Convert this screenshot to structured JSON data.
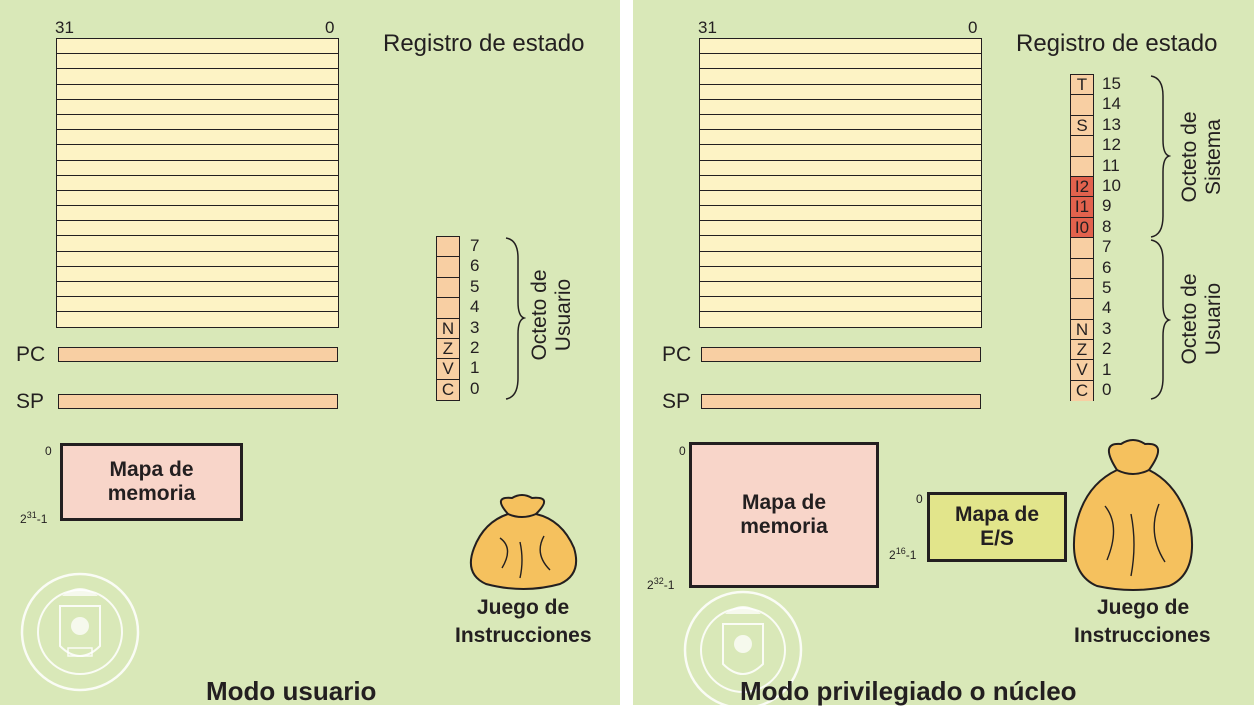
{
  "user_mode": {
    "title": "Modo usuario",
    "bit_high": "31",
    "bit_low": "0",
    "status_title": "Registro de estado",
    "pc_label": "PC",
    "sp_label": "SP",
    "flags": [
      "",
      "",
      "",
      "",
      "N",
      "Z",
      "V",
      "C"
    ],
    "bits": [
      "7",
      "6",
      "5",
      "4",
      "3",
      "2",
      "1",
      "0"
    ],
    "octet_label_line1": "Octeto de",
    "octet_label_line2": "Usuario",
    "mem_top": "0",
    "mem_bottom_base": "2",
    "mem_bottom_exp": "31",
    "mem_bottom_tail": "-1",
    "mem_line1": "Mapa de",
    "mem_line2": "memoria",
    "instr_line1": "Juego de",
    "instr_line2": "Instrucciones"
  },
  "kernel_mode": {
    "title": "Modo privilegiado o núcleo",
    "bit_high": "31",
    "bit_low": "0",
    "status_title": "Registro de estado",
    "pc_label": "PC",
    "sp_label": "SP",
    "flags": [
      "T",
      "",
      "S",
      "",
      "",
      "I2",
      "I1",
      "I0",
      "",
      "",
      "",
      "",
      "N",
      "Z",
      "V",
      "C"
    ],
    "bits": [
      "15",
      "14",
      "13",
      "12",
      "11",
      "10",
      "9",
      "8",
      "7",
      "6",
      "5",
      "4",
      "3",
      "2",
      "1",
      "0"
    ],
    "system_label_line1": "Octeto de",
    "system_label_line2": "Sistema",
    "user_label_line1": "Octeto de",
    "user_label_line2": "Usuario",
    "mem_top": "0",
    "mem_bottom_base": "2",
    "mem_bottom_exp": "32",
    "mem_bottom_tail": "-1",
    "mem_line1": "Mapa de",
    "mem_line2": "memoria",
    "io_top": "0",
    "io_bottom_base": "2",
    "io_bottom_exp": "16",
    "io_bottom_tail": "-1",
    "io_line1": "Mapa de",
    "io_line2": "E/S",
    "instr_line1": "Juego de",
    "instr_line2": "Instrucciones"
  },
  "colors": {
    "panel_bg": "#d9e8b8",
    "register_fill": "#fdf3c5",
    "flag_fill": "#f8cfa3",
    "interrupt_flag_fill": "#e2624d",
    "memory_fill": "#f8d5c9",
    "io_fill": "#e2e58b"
  },
  "icons": [
    "register-bank-icon",
    "money-bag-icon",
    "university-seal-icon"
  ]
}
